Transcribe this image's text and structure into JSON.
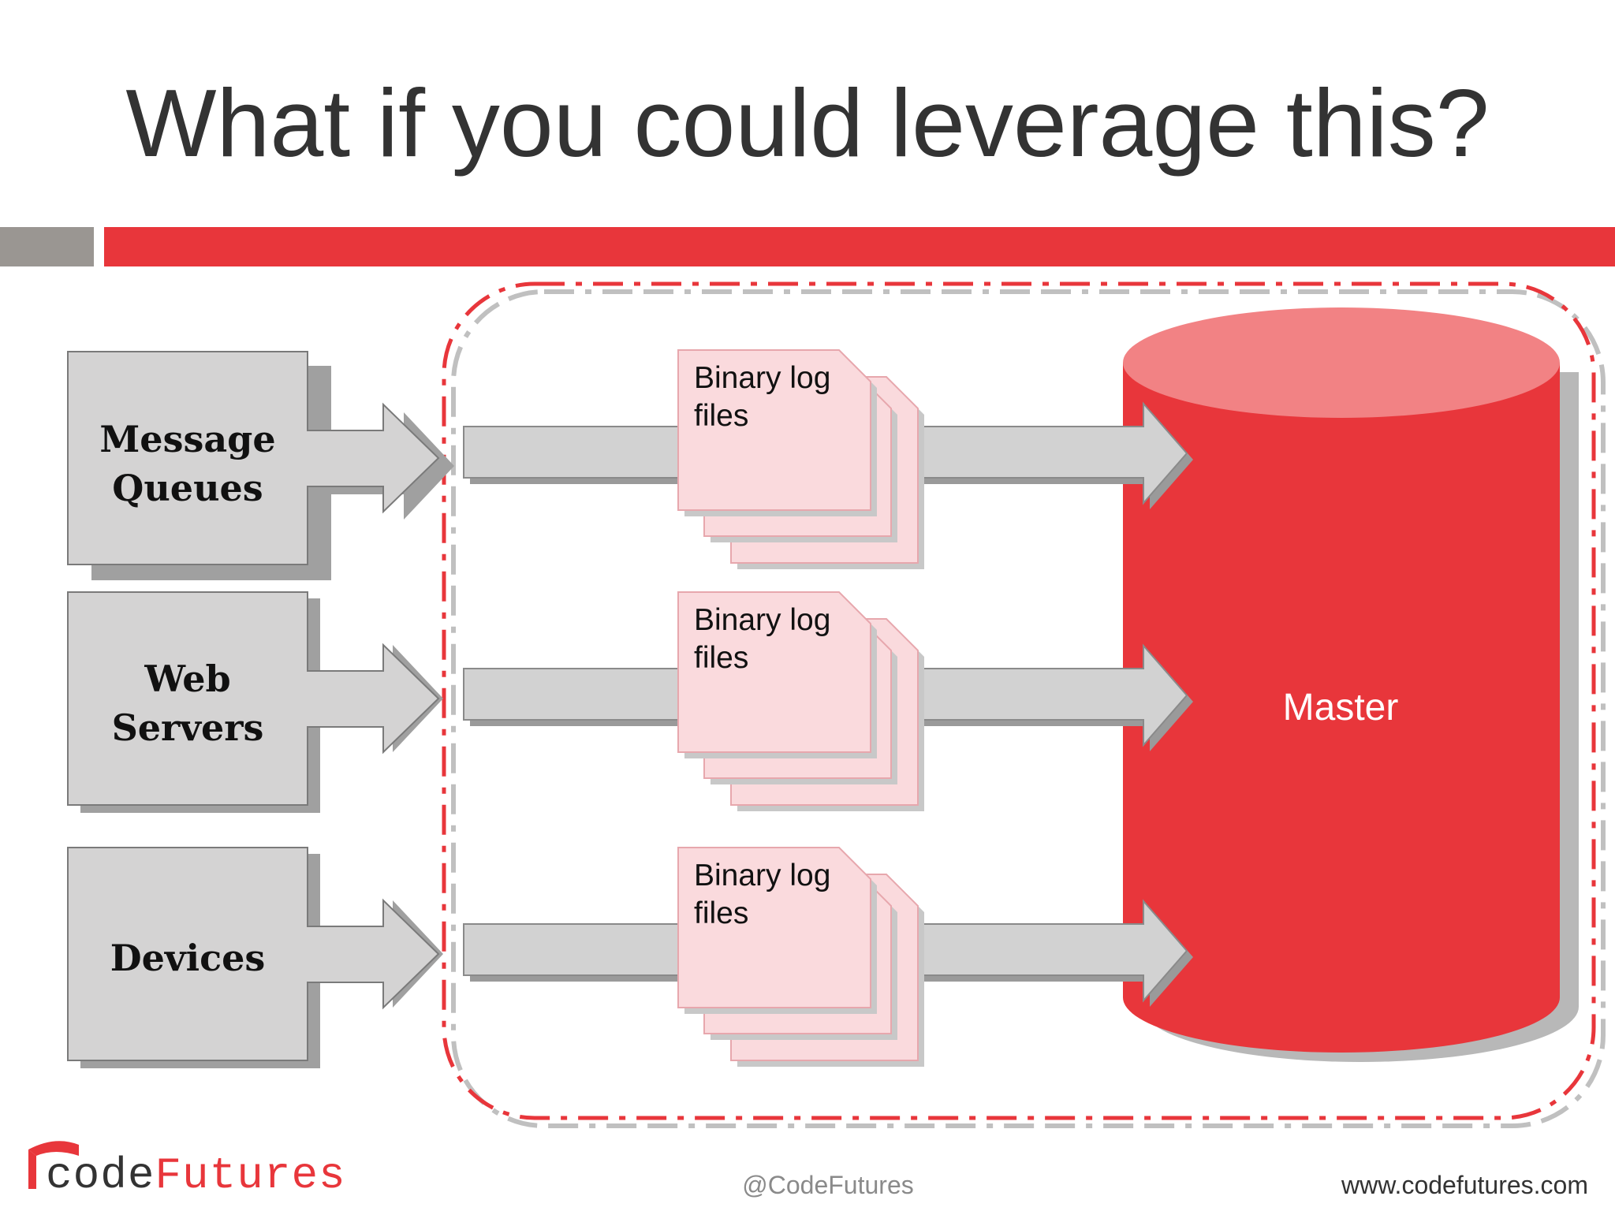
{
  "title": "What if you could leverage this?",
  "sources": [
    {
      "lines": [
        "Message",
        "Queues"
      ]
    },
    {
      "lines": [
        "Web",
        "Servers"
      ]
    },
    {
      "lines": [
        "Devices"
      ]
    }
  ],
  "log_files": [
    {
      "lines": [
        "Binary log",
        "files"
      ]
    },
    {
      "lines": [
        "Binary log",
        "files"
      ]
    },
    {
      "lines": [
        "Binary log",
        "files"
      ]
    }
  ],
  "master": {
    "label": "Master"
  },
  "footer": {
    "logo_part1": "code",
    "logo_part2": "Futures",
    "handle": "@CodeFutures",
    "website": "www.codefutures.com"
  },
  "colors": {
    "accent_red": "#e8363b",
    "source_box_fill": "#d4d3d3",
    "log_file_fill": "#fadadd",
    "master_fill": "#e8363b",
    "master_top": "#f28284"
  }
}
